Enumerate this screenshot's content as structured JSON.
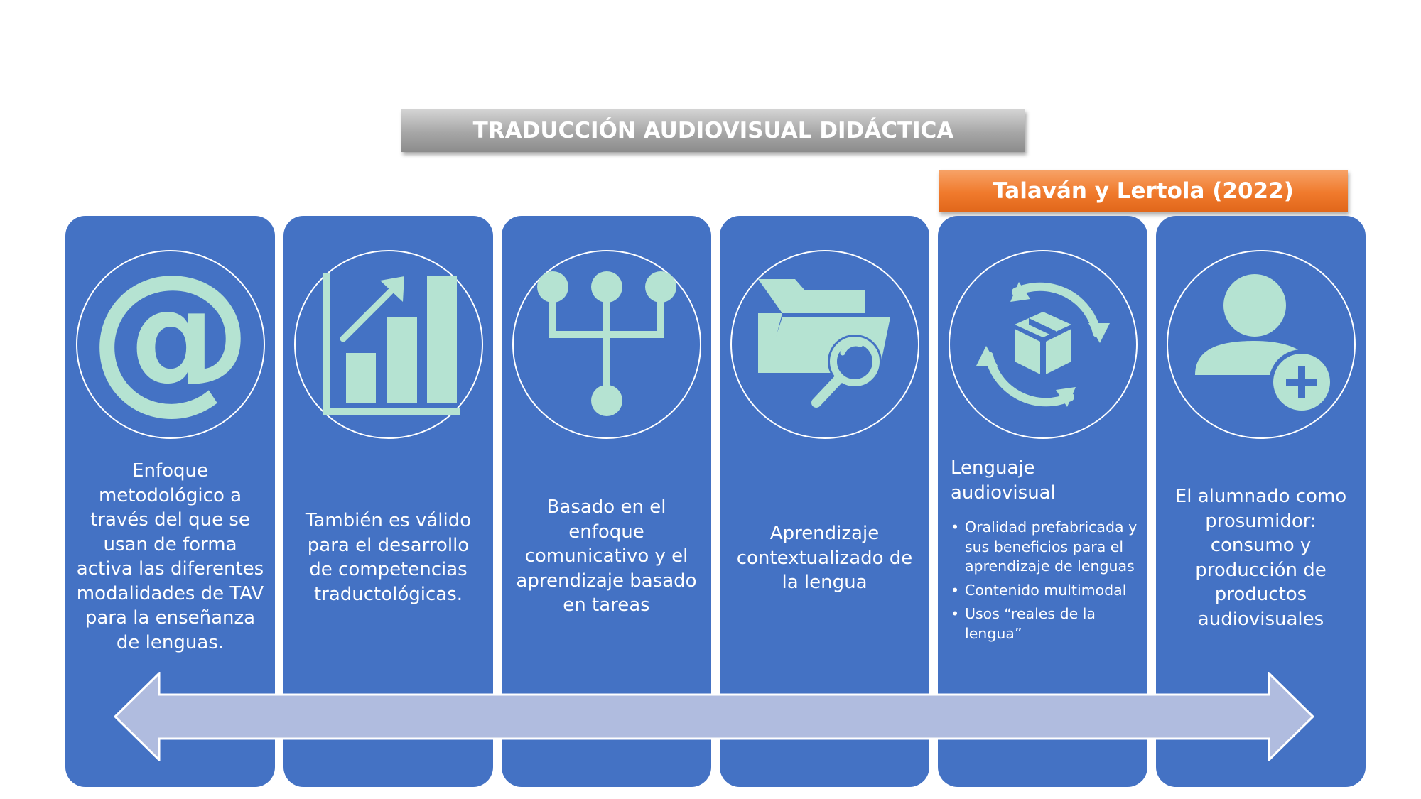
{
  "header": {
    "title": "TRADUCCIÓN AUDIOVISUAL DIDÁCTICA",
    "author": "Talaván y Lertola (2022)"
  },
  "columns": [
    {
      "icon": "at-sign-icon",
      "text": "Enfoque metodológico a través del que se usan de forma activa las diferentes modalidades de TAV para la enseñanza de lenguas."
    },
    {
      "icon": "growth-chart-icon",
      "text": "También es válido para el desarrollo de competencias traductológicas."
    },
    {
      "icon": "merge-diagram-icon",
      "text": "Basado en el enfoque comunicativo y el aprendizaje basado en tareas"
    },
    {
      "icon": "folder-search-icon",
      "text": "Aprendizaje contextualizado de la lengua"
    },
    {
      "icon": "box-cycle-icon",
      "heading": "Lenguaje audiovisual",
      "bullets": [
        "Oralidad prefabricada y sus beneficios para el aprendizaje de lenguas",
        "Contenido multimodal",
        "Usos “reales de la lengua”"
      ]
    },
    {
      "icon": "user-add-icon",
      "text": "El alumnado como prosumidor: consumo y producción de productos audiovisuales"
    }
  ],
  "colors": {
    "column": "#4472c4",
    "icon": "#b5e3d2",
    "arrow": "#b0bcdf",
    "title_bar": "#a6a6a6",
    "author_bar": "#f07a2c"
  }
}
